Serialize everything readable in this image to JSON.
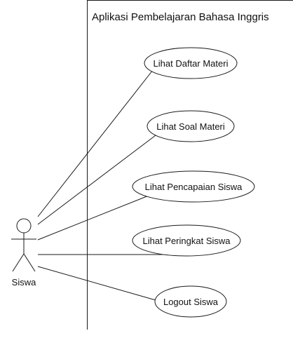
{
  "system": {
    "title": "Aplikasi Pembelajaran Bahasa Inggris"
  },
  "actor": {
    "label": "Siswa"
  },
  "use_cases": [
    {
      "id": "uc1",
      "label": "Lihat Daftar Materi"
    },
    {
      "id": "uc2",
      "label": "Lihat Soal Materi"
    },
    {
      "id": "uc3",
      "label": "Lihat Pencapaian Siswa"
    },
    {
      "id": "uc4",
      "label": "Lihat Peringkat Siswa"
    },
    {
      "id": "uc5",
      "label": "Logout Siswa"
    }
  ]
}
